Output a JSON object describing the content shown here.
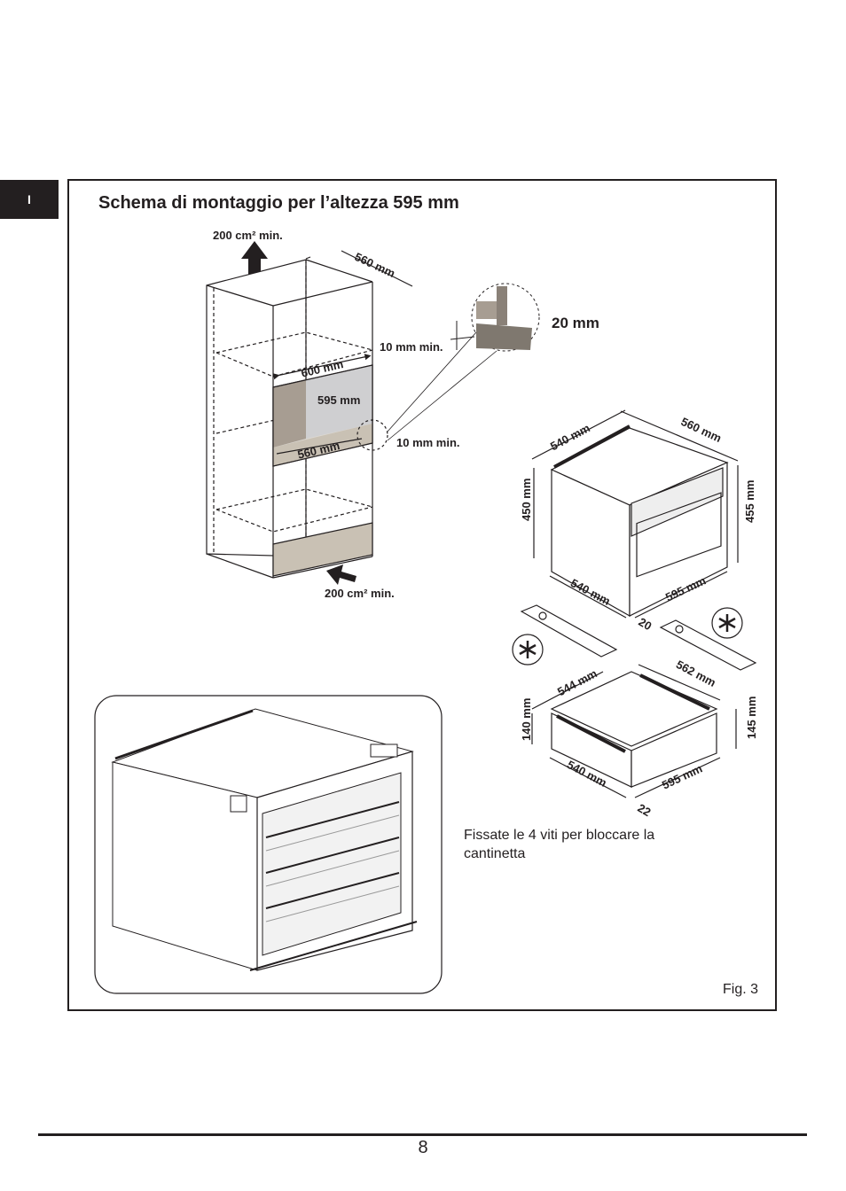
{
  "lang_tab": "I",
  "title": "Schema di montaggio per l’altezza 595 mm",
  "labels": {
    "vent_top": "200 cm² min.",
    "vent_bottom": "200 cm² min.",
    "depth_560_top": "560 mm",
    "gap_10_upper": "10 mm min.",
    "gap_10_lower": "10 mm min.",
    "detail_20": "20 mm",
    "width_600": "600 mm",
    "height_595": "595 mm",
    "depth_560_cavity": "560 mm",
    "unit_540_top": "540 mm",
    "unit_560_top": "560 mm",
    "unit_450": "450 mm",
    "unit_455": "455 mm",
    "unit_540_bottom": "540 mm",
    "unit_595": "595 mm",
    "unit_20": "20",
    "drawer_544": "544 mm",
    "drawer_562": "562 mm",
    "drawer_140": "140 mm",
    "drawer_145": "145 mm",
    "drawer_540": "540 mm",
    "drawer_595": "595 mm",
    "drawer_22": "22"
  },
  "caption": "Fissate le 4 viti per bloccare la cantinetta",
  "fig_label": "Fig. 3",
  "page_number": "8"
}
